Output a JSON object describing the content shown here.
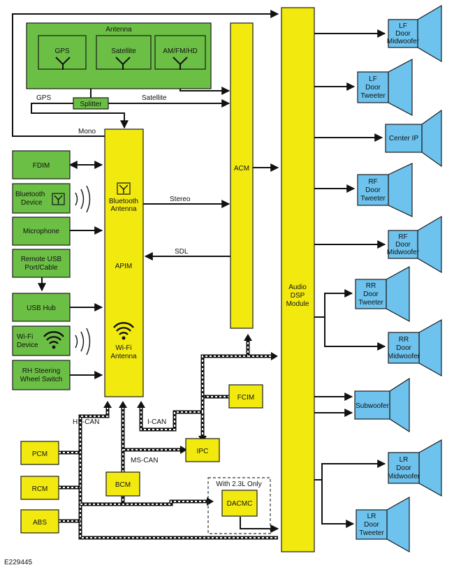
{
  "antenna": {
    "title": "Antenna",
    "gps": "GPS",
    "satellite": "Satellite",
    "amfmhd": "AM/FM/HD",
    "splitter": "Splitter",
    "gps_line": "GPS",
    "satellite_line": "Satellite"
  },
  "signals": {
    "mono": "Mono",
    "stereo": "Stereo",
    "sdl": "SDL",
    "hs_can": "HS-CAN",
    "i_can": "I-CAN",
    "ms_can": "MS-CAN"
  },
  "modules": {
    "acm": "ACM",
    "apim": "APIM",
    "bt_antenna": [
      "Bluetooth",
      "Antenna"
    ],
    "wifi_antenna": [
      "Wi-Fi",
      "Antenna"
    ],
    "dsp": [
      "Audio",
      "DSP",
      "Module"
    ],
    "fcim": "FCIM",
    "ipc": "IPC",
    "bcm": "BCM",
    "pcm": "PCM",
    "rcm": "RCM",
    "abs": "ABS",
    "dacmc": "DACMC",
    "dacmc_note": "With 2.3L Only"
  },
  "inputs": {
    "fdim": "FDIM",
    "bt_device": [
      "Bluetooth",
      "Device"
    ],
    "microphone": "Microphone",
    "remote_usb": [
      "Remote USB",
      "Port/Cable"
    ],
    "usb_hub": "USB Hub",
    "wifi_device": [
      "Wi-Fi",
      "Device"
    ],
    "rh_switch": [
      "RH Steering",
      "Wheel Switch"
    ]
  },
  "speakers": [
    [
      "LF",
      "Door",
      "Midwoofer"
    ],
    [
      "LF",
      "Door",
      "Tweeter"
    ],
    [
      "Center IP"
    ],
    [
      "RF",
      "Door",
      "Tweeter"
    ],
    [
      "RF",
      "Door",
      "Midwoofer"
    ],
    [
      "RR",
      "Door",
      "Tweeter"
    ],
    [
      "RR",
      "Door",
      "Midwoofer"
    ],
    [
      "Subwoofer"
    ],
    [
      "LR",
      "Door",
      "Midwoofer"
    ],
    [
      "LR",
      "Door",
      "Tweeter"
    ]
  ],
  "colors": {
    "module_yellow": "#f2ea0f",
    "input_green": "#6cbf45",
    "speaker_blue": "#6dc3ee"
  },
  "figure_id": "E229445"
}
